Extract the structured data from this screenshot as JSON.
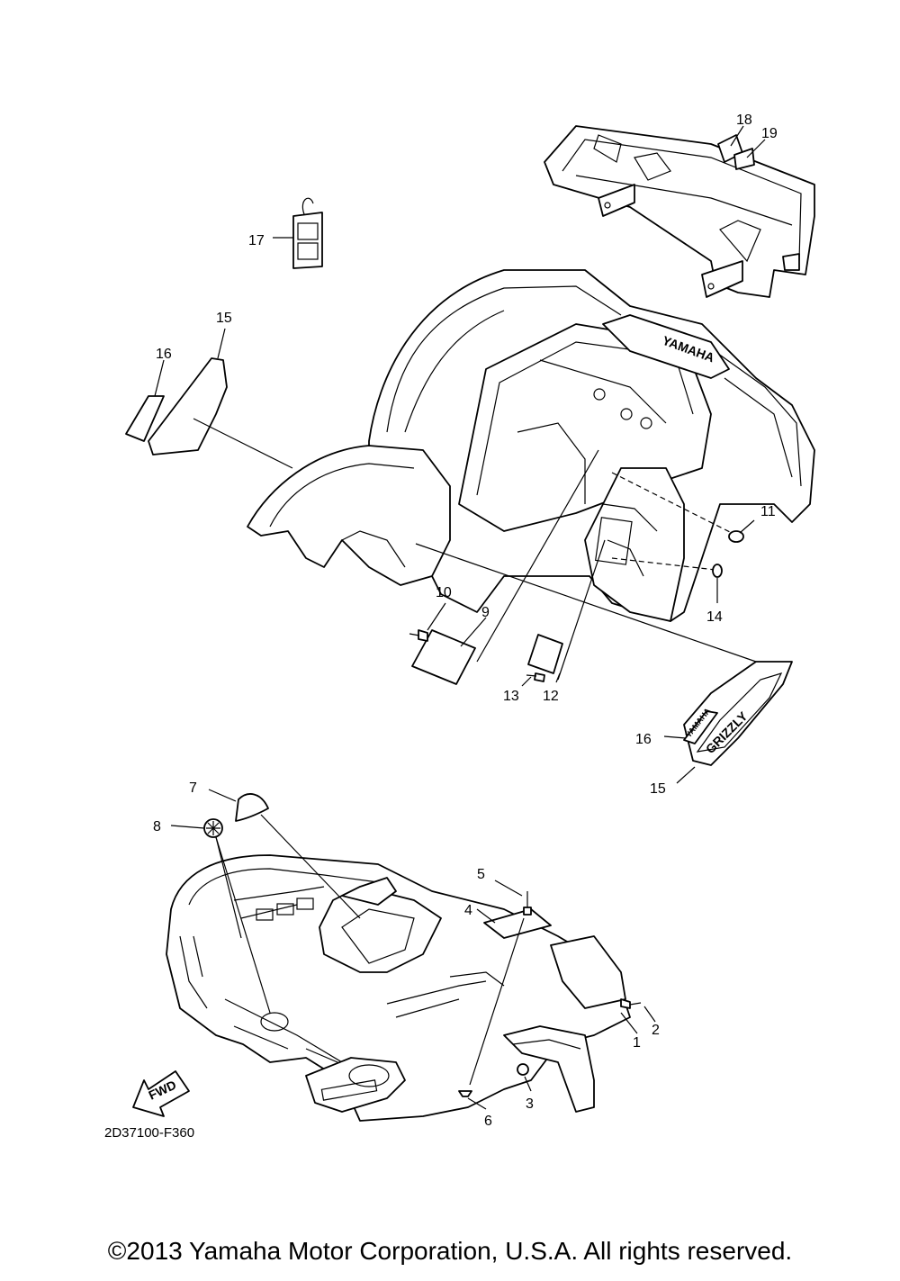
{
  "diagram": {
    "drawing_code": "2D37100-F360",
    "fwd_label": "FWD",
    "brand_label_text": "YAMAHA",
    "model_label_text": "GRIZZLY",
    "callouts": {
      "c1": "1",
      "c2": "2",
      "c3": "3",
      "c4": "4",
      "c5": "5",
      "c6": "6",
      "c7": "7",
      "c8": "8",
      "c9": "9",
      "c10": "10",
      "c11": "11",
      "c12": "12",
      "c13": "13",
      "c14": "14",
      "c15a": "15",
      "c16a": "16",
      "c15b": "15",
      "c16b": "16",
      "c17": "17",
      "c18": "18",
      "c19": "19"
    }
  },
  "footer": {
    "copyright": "©2013 Yamaha Motor Corporation, U.S.A. All rights reserved."
  }
}
